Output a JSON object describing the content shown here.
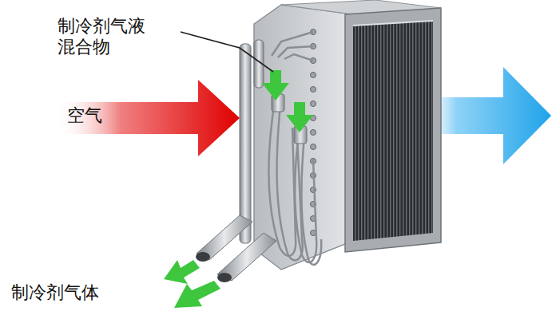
{
  "diagram": {
    "labels": [
      "制冷剂气液 混合物",
      "空气",
      "制冷剂气体"
    ]
  }
}
